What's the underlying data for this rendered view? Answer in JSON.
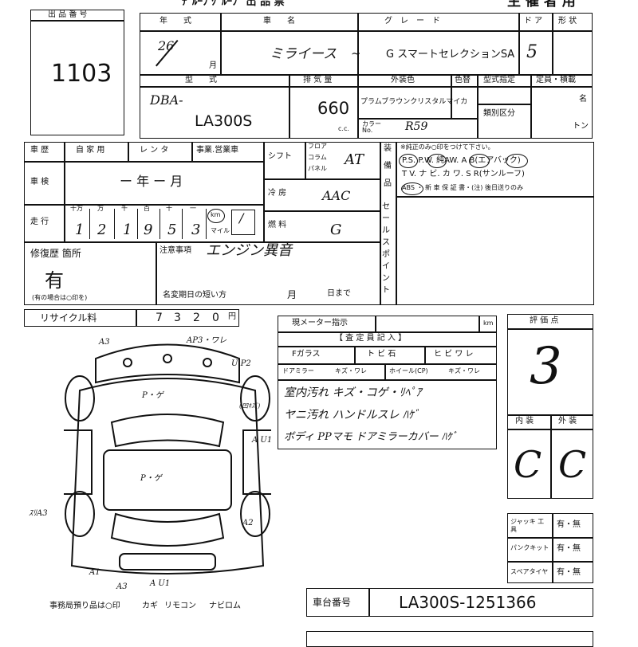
{
  "header": {
    "partial_title": "ﾃﾞﾙｰﾌ ｸﾞﾙｰﾌﾟ 出 品 票",
    "organizer_label": "主 催 者 用"
  },
  "lot": {
    "label": "出 品 番 号",
    "number": "1103"
  },
  "vehicle": {
    "year_label": "年　　式",
    "year_value": "26",
    "month_unit": "月",
    "name_label": "車　　名",
    "name_value": "ミライース",
    "name_mark": "~",
    "grade_label": "グ　レ　ー　ド",
    "grade_value": "G スマートセレクションSA",
    "doors_label": "ド ア",
    "doors_value": "5",
    "body_label": "形 状",
    "type_label": "型　　式",
    "type_prefix": "DBA-",
    "type_value": "LA300S",
    "displacement_label": "排 気 量",
    "displacement_value": "660",
    "cc_unit": "c.c.",
    "exterior_color_label": "外装色",
    "color_label": "色替",
    "exterior_color_value": "プラムブラウンクリスタルマイカ",
    "color_no_label": "カラー No.",
    "color_no_value": "R59",
    "model_designation_label": "型式指定",
    "classification_label": "類別区分",
    "capacity_label": "定員・積載",
    "capacity_unit_persons": "名",
    "capacity_unit_tons": "トン"
  },
  "history": {
    "usage_label": "車 歴",
    "usage_options": [
      "自 家 用",
      "レ ン タ",
      "事業.営業車"
    ],
    "inspection_label": "車 検",
    "inspection_value": "ー 年 ー 月",
    "mileage_label": "走 行",
    "digit_labels": [
      "十万",
      "万",
      "千",
      "百",
      "十",
      "一"
    ],
    "mileage_digits": [
      "1",
      "2",
      "1",
      "9",
      "5",
      "3"
    ],
    "km_label": "km",
    "mile_label": "マイル",
    "mileage_mark": "/"
  },
  "specs": {
    "shift_label": "シフト",
    "shift_positions": [
      "フロア",
      "コラム",
      "パネル"
    ],
    "shift_value": "AT",
    "aircon_label": "冷 房",
    "aircon_value": "AAC",
    "fuel_label": "燃 料",
    "fuel_value": "G"
  },
  "equipment": {
    "label_chars": [
      "装",
      "備",
      "品"
    ],
    "note": "※純正のみ○印をつけて下さい。",
    "row1": "P.S. P.W. 純AW. A B(エアバック)",
    "row2": "T V. ナ ビ. カ ワ. S R(サンルーフ)",
    "row3": "ABS ・ 新 車 保 証 書・(注) 後日送りのみ"
  },
  "sales_point": {
    "label_chars": [
      "セ",
      "ー",
      "ル",
      "ス",
      "ポ",
      "イ",
      "ン",
      "ト"
    ]
  },
  "repair": {
    "label": "修復歴 箇所",
    "value": "有",
    "note": "(有の場合は○印を)"
  },
  "remarks": {
    "label": "注意事項",
    "value": "エンジン異音",
    "name_change_label": "名変期日の短い方",
    "month_unit": "月",
    "day_unit": "日まで"
  },
  "recycle": {
    "label": "リサイクル料",
    "digits": [
      "7",
      "3",
      "2",
      "0"
    ],
    "unit": "円"
  },
  "diagram": {
    "annotations": [
      "A3",
      "AP3・ワレ",
      "U P2",
      "P・ゲ",
      "(凹ｷｽﾞ)",
      "A U1",
      "P・ゲ",
      "ｽﾘA3",
      "A2",
      "A1",
      "A3",
      "A U1"
    ],
    "bottom_note": "事務局預り品は○印",
    "items": [
      "カギ",
      "リモコン",
      "ナビロム"
    ]
  },
  "inspection": {
    "meter_label": "現メーター指示",
    "km_unit": "km",
    "inspector_label": "【 査 定 員 記 入 】",
    "glass_headers": [
      "Fガラス",
      "ト ビ 石",
      "ヒ ビ ワ レ"
    ],
    "mirror_headers": [
      "ドアミラー",
      "キズ・ワレ",
      "ホイール(CP)",
      "キズ・ワレ"
    ],
    "notes": [
      "室内汚れ キズ・コゲ・ﾘﾍﾟｱ",
      "ヤニ汚れ ハンドルスレ ﾊｹﾞ",
      "ボディ PPマモ ドアミラーカバー ﾊｹﾞ"
    ]
  },
  "score": {
    "label": "評 価 点",
    "value": "3",
    "interior_label": "内 装",
    "exterior_label": "外 装",
    "interior_value": "C",
    "exterior_value": "C"
  },
  "tools": {
    "rows": [
      {
        "label": "ジャッキ 工 具",
        "options": "有・無"
      },
      {
        "label": "パンクキット",
        "options": "有・無"
      },
      {
        "label": "スペアタイヤ",
        "options": "有・無"
      }
    ]
  },
  "chassis": {
    "label": "車台番号",
    "value": "LA300S-1251366"
  }
}
